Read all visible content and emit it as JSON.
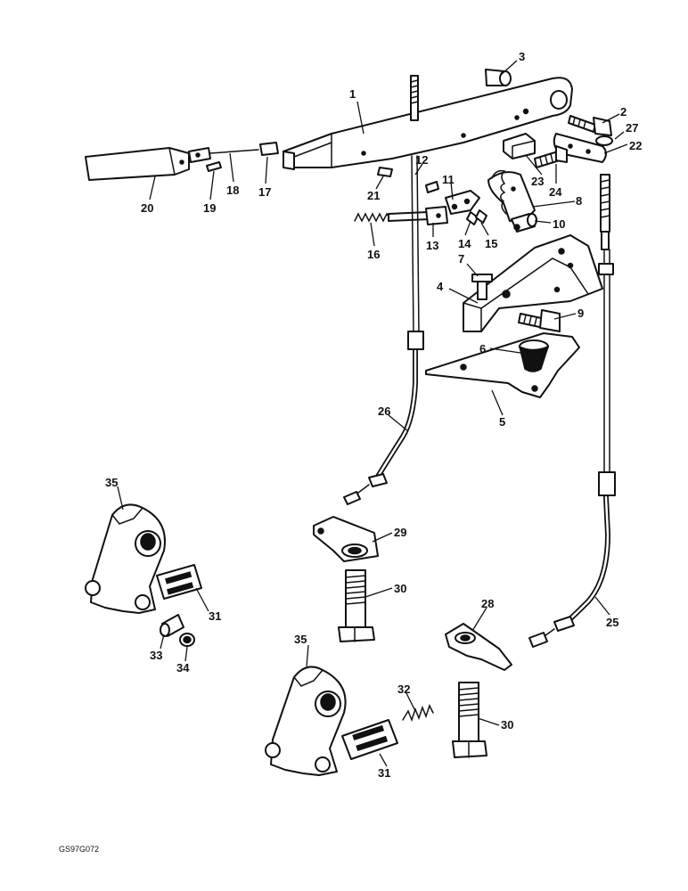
{
  "drawing": {
    "reference_code": "GS97G072",
    "callouts": {
      "c1": "1",
      "c2": "2",
      "c3": "3",
      "c4": "4",
      "c5": "5",
      "c6": "6",
      "c7": "7",
      "c8": "8",
      "c9": "9",
      "c10": "10",
      "c11": "11",
      "c12": "12",
      "c13": "13",
      "c14": "14",
      "c15": "15",
      "c16": "16",
      "c17": "17",
      "c18": "18",
      "c19": "19",
      "c20": "20",
      "c21": "21",
      "c22": "22",
      "c23": "23",
      "c24": "24",
      "c25": "25",
      "c26": "26",
      "c27": "27",
      "c28": "28",
      "c29": "29",
      "c30a": "30",
      "c30b": "30",
      "c31a": "31",
      "c31b": "31",
      "c32": "32",
      "c33": "33",
      "c34": "34",
      "c35a": "35",
      "c35b": "35"
    }
  }
}
